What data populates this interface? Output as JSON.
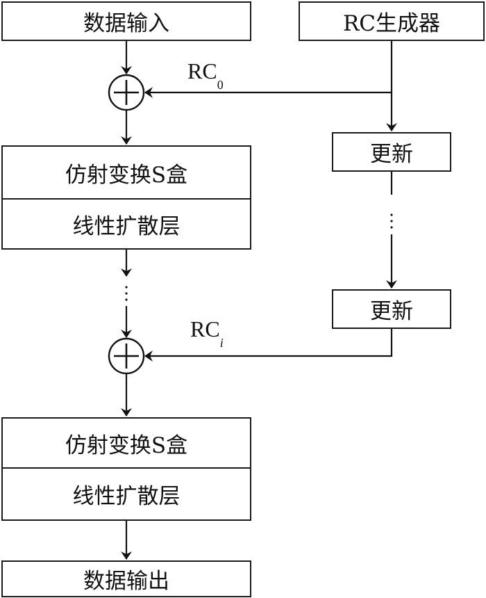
{
  "diagram": {
    "title": "",
    "data_input": "数据输入",
    "rc_generator": "RC生成器",
    "rc0_label": "RC",
    "rc0_sub": "0",
    "rci_label": "RC",
    "rci_sub": "i",
    "update_1": "更新",
    "update_2": "更新",
    "round_1": {
      "sbox": "仿射变换S盒",
      "diffusion": "线性扩散层"
    },
    "round_2": {
      "sbox": "仿射变换S盒",
      "diffusion": "线性扩散层"
    },
    "data_output": "数据输出",
    "ellipsis": "⋮",
    "xor_symbol": "⊕"
  }
}
